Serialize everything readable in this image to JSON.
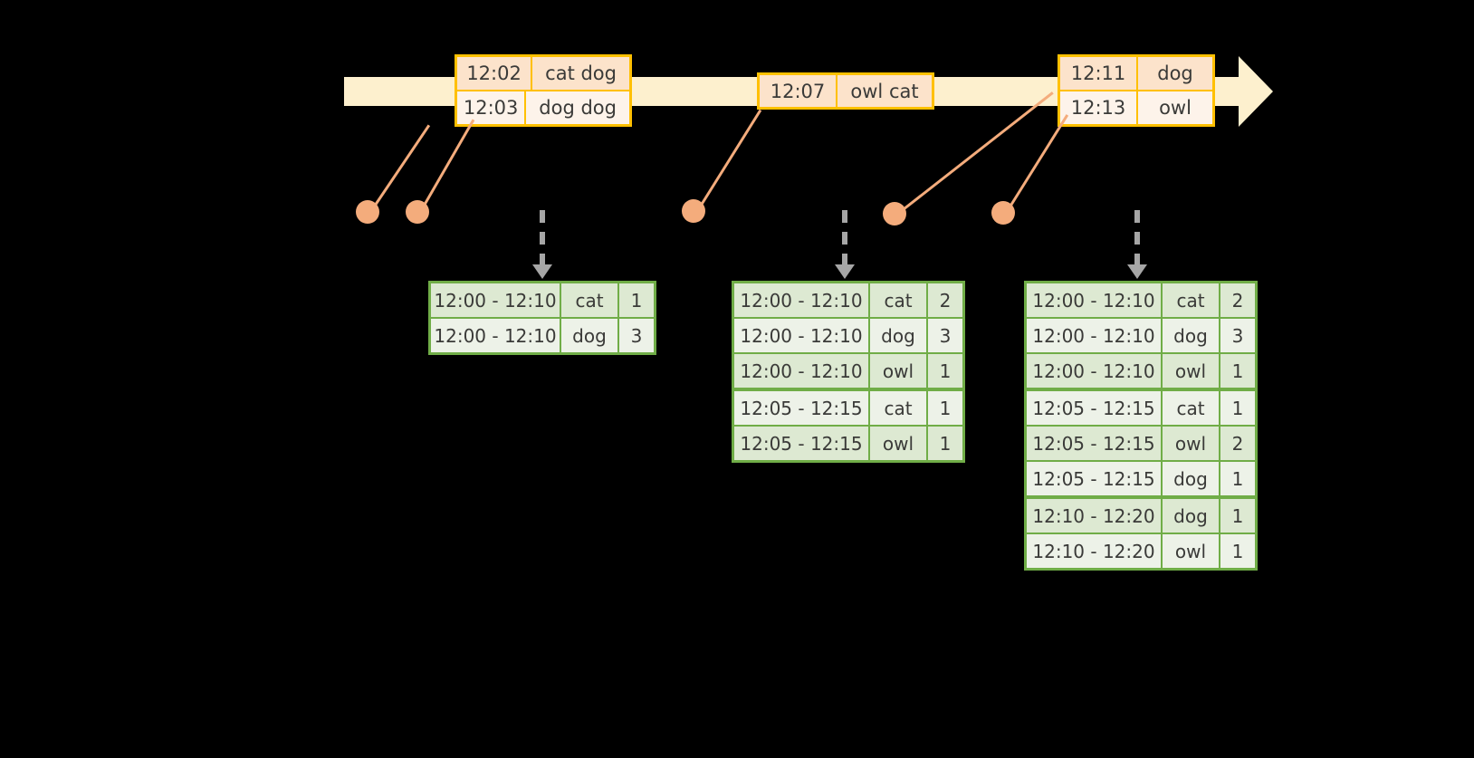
{
  "timeline": {
    "band_color": "#FDF0CE",
    "border_color": "#FFC000",
    "arrow_head": "right-arrow-head"
  },
  "events": [
    {
      "id": "event-group-1",
      "rows": [
        {
          "time": "12:02",
          "words": "cat dog"
        },
        {
          "time": "12:03",
          "words": "dog dog"
        }
      ]
    },
    {
      "id": "event-group-2",
      "rows": [
        {
          "time": "12:07",
          "words": "owl cat"
        }
      ]
    },
    {
      "id": "event-group-3",
      "rows": [
        {
          "time": "12:11",
          "words": "dog"
        },
        {
          "time": "12:13",
          "words": "owl"
        }
      ]
    }
  ],
  "dot_color": "#F4AC7C",
  "arrow_color": "#A6A6A6",
  "result_tables": [
    {
      "id": "result-table-1",
      "rows": [
        {
          "window": "12:00 - 12:10",
          "key": "cat",
          "count": "1",
          "group": 0
        },
        {
          "window": "12:00 - 12:10",
          "key": "dog",
          "count": "3",
          "group": 0
        }
      ]
    },
    {
      "id": "result-table-2",
      "rows": [
        {
          "window": "12:00 - 12:10",
          "key": "cat",
          "count": "2",
          "group": 0
        },
        {
          "window": "12:00 - 12:10",
          "key": "dog",
          "count": "3",
          "group": 0
        },
        {
          "window": "12:00 - 12:10",
          "key": "owl",
          "count": "1",
          "group": 0
        },
        {
          "window": "12:05 - 12:15",
          "key": "cat",
          "count": "1",
          "group": 1
        },
        {
          "window": "12:05 - 12:15",
          "key": "owl",
          "count": "1",
          "group": 1
        }
      ]
    },
    {
      "id": "result-table-3",
      "rows": [
        {
          "window": "12:00 - 12:10",
          "key": "cat",
          "count": "2",
          "group": 0
        },
        {
          "window": "12:00 - 12:10",
          "key": "dog",
          "count": "3",
          "group": 0
        },
        {
          "window": "12:00 - 12:10",
          "key": "owl",
          "count": "1",
          "group": 0
        },
        {
          "window": "12:05 - 12:15",
          "key": "cat",
          "count": "1",
          "group": 1
        },
        {
          "window": "12:05 - 12:15",
          "key": "owl",
          "count": "2",
          "group": 1
        },
        {
          "window": "12:05 - 12:15",
          "key": "dog",
          "count": "1",
          "group": 1
        },
        {
          "window": "12:10 - 12:20",
          "key": "dog",
          "count": "1",
          "group": 2
        },
        {
          "window": "12:10 - 12:20",
          "key": "owl",
          "count": "1",
          "group": 2
        }
      ]
    }
  ]
}
